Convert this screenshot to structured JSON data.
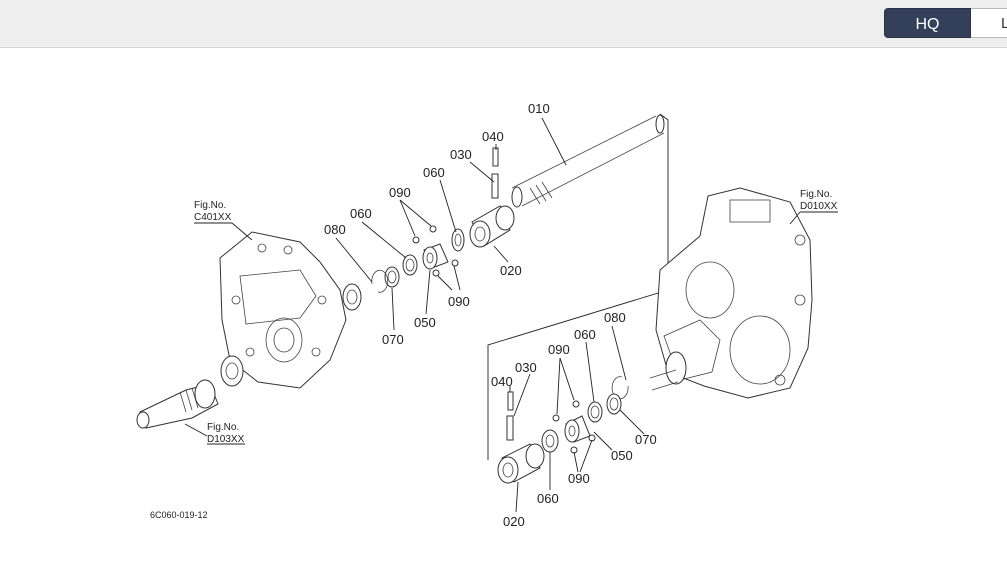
{
  "toolbar": {
    "hq_label": "HQ",
    "next_label": "L"
  },
  "diagram": {
    "callouts": [
      "010",
      "040",
      "030",
      "060",
      "090",
      "060",
      "080",
      "020",
      "090",
      "070",
      "050",
      "080",
      "060",
      "090",
      "040",
      "030",
      "070",
      "050",
      "090",
      "060",
      "020"
    ],
    "figure_refs": [
      {
        "title": "Fig.No.",
        "code": "C401XX"
      },
      {
        "title": "Fig.No.",
        "code": "D010XX"
      },
      {
        "title": "Fig.No.",
        "code": "D103XX"
      }
    ],
    "drawing_id": "6C060-019-12"
  }
}
